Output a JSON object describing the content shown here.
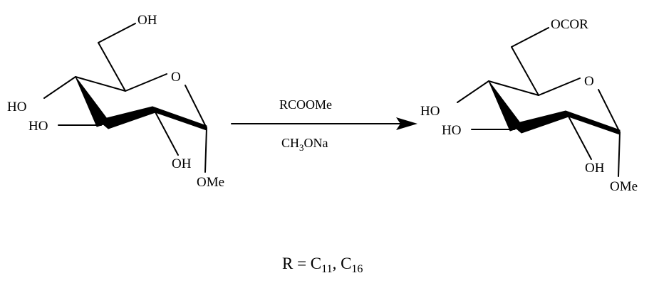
{
  "reactant": {
    "oh_top": "OH",
    "ring_o": "O",
    "ho_upper": "HO",
    "ho_lower": "HO",
    "oh_bottom": "OH",
    "ome": "OMe"
  },
  "reagents": {
    "above_arrow": "RCOOMe",
    "below_arrow_prefix": "CH",
    "below_arrow_sub": "3",
    "below_arrow_suffix": "ONa"
  },
  "product": {
    "ester_top": "OCOR",
    "ring_o": "O",
    "ho_upper": "HO",
    "ho_lower": "HO",
    "oh_bottom": "OH",
    "ome": "OMe"
  },
  "footnote": {
    "prefix": "R = C",
    "sub1": "11",
    "middle": ", C",
    "sub2": "16"
  }
}
